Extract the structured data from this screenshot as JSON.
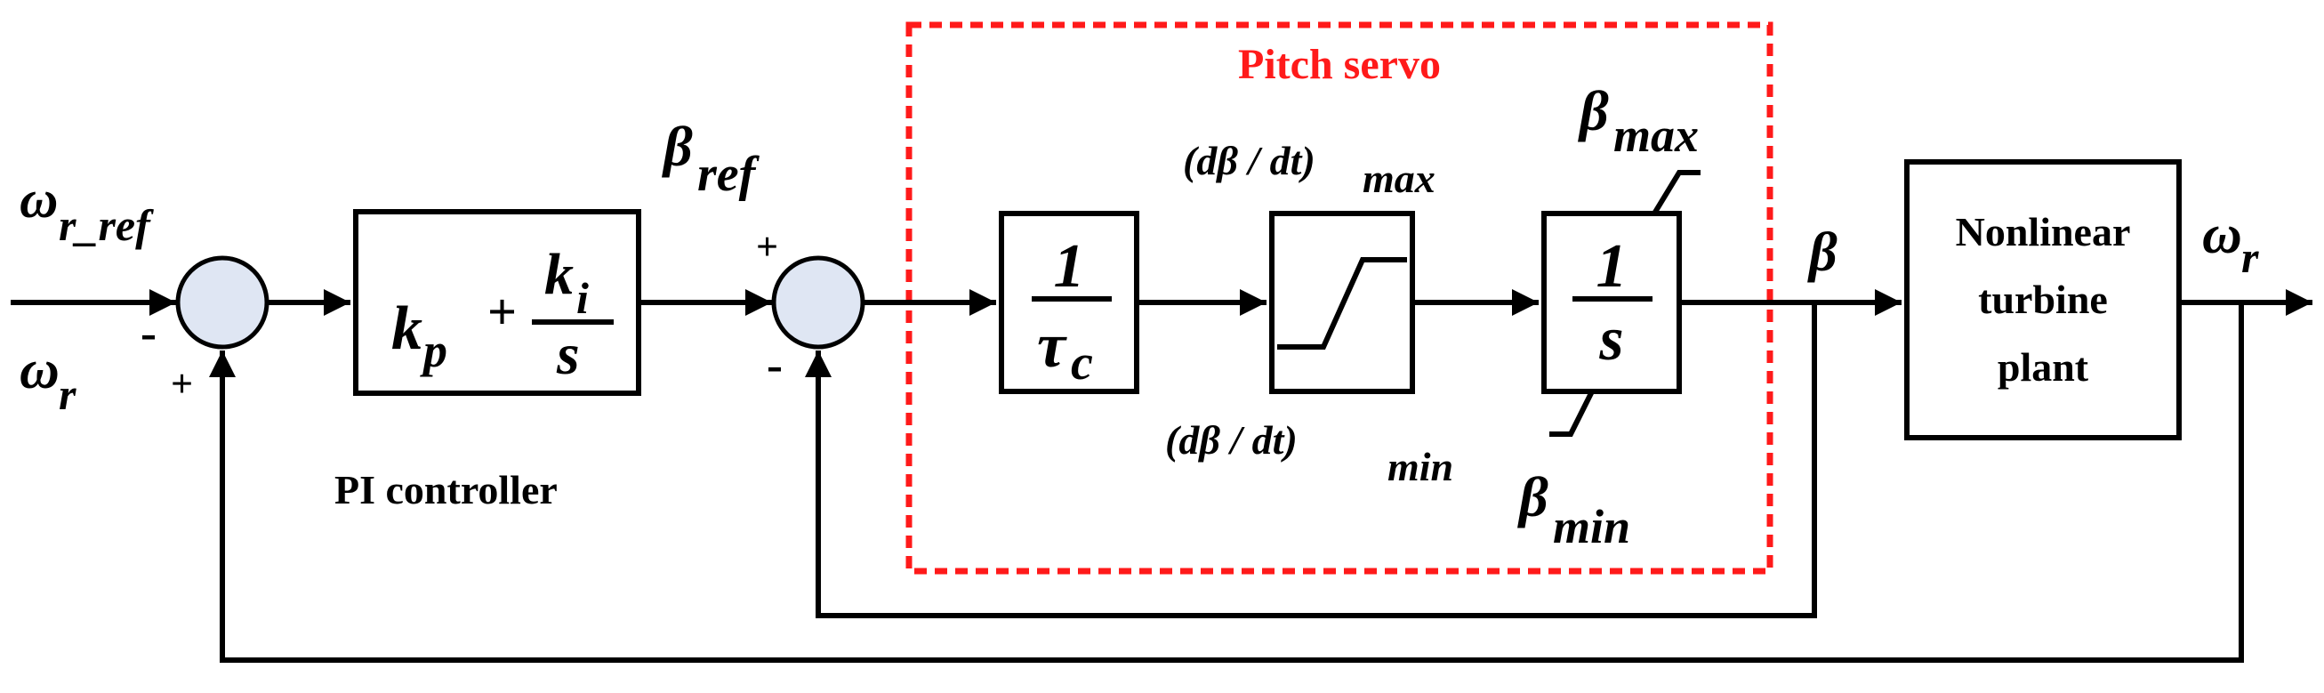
{
  "labels": {
    "pitch_servo": "Pitch servo",
    "pi_controller": "PI controller",
    "plant_line1": "Nonlinear",
    "plant_line2": "turbine",
    "plant_line3": "plant",
    "omega_r_ref": "ω",
    "omega_r_ref_sub": "r_ref",
    "omega_r_in": "ω",
    "omega_r_in_sub": "r",
    "omega_r_out": "ω",
    "omega_r_out_sub": "r",
    "beta_ref": "β",
    "beta_ref_sub": "ref",
    "beta_out": "β",
    "beta_max": "β",
    "beta_max_sub": "max",
    "beta_min": "β",
    "beta_min_sub": "min",
    "rate_max": "(dβ / dt)",
    "rate_max_sub": "max",
    "rate_min": "(dβ / dt)",
    "rate_min_sub": "min"
  },
  "signs": {
    "sum1_top": "-",
    "sum1_bottom": "+",
    "sum2_top": "+",
    "sum2_bottom": "-"
  },
  "blocks": {
    "pi_kp": "k",
    "pi_kp_sub": "p",
    "pi_plus": "+",
    "pi_ki": "k",
    "pi_ki_sub": "i",
    "pi_s": "s",
    "servo_num": "1",
    "servo_den": "τ",
    "servo_den_sub": "c",
    "integ_num": "1",
    "integ_den": "s"
  },
  "colors": {
    "pitch_servo_frame": "#ff1a1a",
    "summing_junction_fill": "#dfe6f3"
  }
}
